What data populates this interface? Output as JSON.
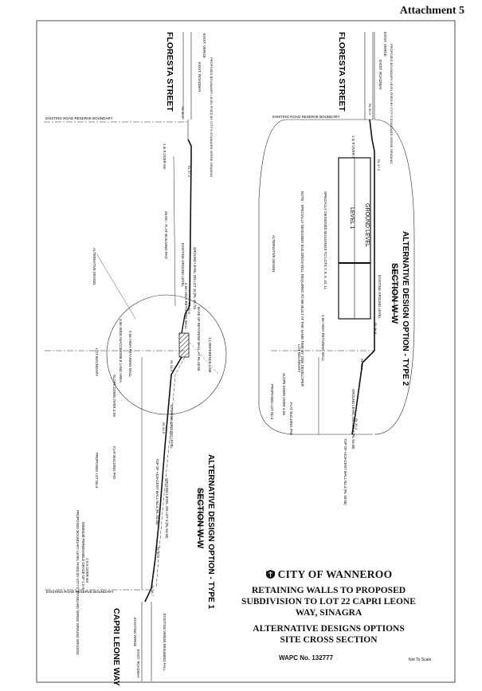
{
  "attachment": "Attachment 5",
  "left_section": {
    "street_top": "FLORESTA STREET",
    "street_bottom": "CAPRI LEONE WAY",
    "title": "SECTION W-W",
    "subtitle": "ALTERNATIVE DESIGN OPTION - TYPE 1",
    "labels": {
      "existing_verge": "EXIST. VERGE",
      "existing_roadway": "EXIST. ROADWAY",
      "proposed_boundary_level": "PROPOSED BOUNDARY LEVEL FIXED BY CITY'S STANDARD VERGE GRADING",
      "road_reserve_boundary": "EXISTING ROAD RESERVE BOUNDARY",
      "slope_over_1": "1 in 8 OVER 9m",
      "flat_building_pad_1": "25.0m - FLAT BUILDING PAD",
      "existing_ground": "EXISTING GROUND LEVEL",
      "ground_level_lot16": "GROUND LEVEL ON LOT 16 (RL 49.70)",
      "base_of_wall": "BASE OF RETAINING WALL AT RL 48.50",
      "retaining_wall": "2.5m HIGH RETAINING WALL",
      "alternative_design": "ALTERNATIVE DESIGN",
      "inaccessible": "3.5m WIDE INACCESSIBLE LAND AREA",
      "retaining_wall_2": "2.5m HIGH RETAINING WALL",
      "reference_line": "1:1 REFERENCE LINE",
      "lot_boundary": "LOT BOUNDARY",
      "proposed_lot": "PROPOSED LOT No.3",
      "slope_down": "SLOPE DOWN OVER 4.3m",
      "flat_building_pad_2": "FLAT BUILDING PAD",
      "top_adjacent_wall": "TOP OF ADJACENT WALL No.4 (RL 50.00)",
      "ground_level_lot3": "GROUND LEVEL ON LOT 3 (RL 54.60)",
      "proposed_boundary_lower": "PROPOSED BOUNDARY LEVEL FIXED BY CITY'S STANDARD VERGE GROUND GRADING",
      "minimum_gradient": "MINIMUM PERMISSIBLE GRADE OF 1 in 6",
      "slope_over_2": "1 in 6 OVER 6m",
      "existing_verge_bottom": "EXISTING VERGE",
      "existing_roadway_bottom": "EXIST. ROADWAY",
      "existing_verge_fall": "EXISTING VERGE RESUMING FALL"
    },
    "marks": [
      "RL 60.5",
      "RL 57.4",
      "RL 56.8",
      "RL 54.5",
      "RL 52.6",
      "RL 50.4",
      "RL 48.7"
    ]
  },
  "right_section": {
    "street_top": "FLORESTA STREET",
    "title": "SECTION W-W",
    "subtitle": "ALTERNATIVE DESIGN OPTION - TYPE 2",
    "labels": {
      "existing_verge": "EXIST. VERGE",
      "existing_roadway": "EXIST. ROADWAY",
      "proposed_boundary_level": "PROPOSED BOUNDARY LEVEL FIXED BY CITY'S STANDARD VERGE GRADING",
      "road_reserve_boundary": "EXISTING ROAD RESERVE BOUNDARY",
      "slope_over": "1 in 8 OVER 9m",
      "level_1": "LEVEL 1",
      "ground_level": "GROUND LEVEL",
      "note": "NOTE - SPECIALLY DESIGNED BUILDINGS WILL REQUIRED TO BE BUILT AT THE SAME TIME BY ONE DEVELOPER",
      "specially_designed": "SPECIALLY DESIGNED BUILDINGS TO LOTS 7, 8, 9, 10, 11",
      "alternative_design": "ALTERNATIVE DESIGN",
      "existing_ground": "EXISTING GROUND LEVEL",
      "retaining_wall": "2.5m HIGH RETAINING WALL",
      "lot_boundary": "LOT BOUNDARY",
      "proposed_lot": "PROPOSED LOT No.3",
      "slope_down": "SLOPE DOWN OVER 4.3m",
      "flat_building_pad": "FLAT BUILDING PAD",
      "ground_level_lot3": "GROUND LEVEL ON LOT 3 (RL 54.60)",
      "top_adjacent_wall": "TOP OF ADJACENT WALL No.4 (RL 50.00)"
    },
    "marks": [
      "RL 60.5",
      "RL 57.4",
      "RL 56.8",
      "RL 52.6",
      "RL 50.4"
    ]
  },
  "title_block": {
    "organisation": "CITY OF WANNEROO",
    "project_lines": [
      "RETAINING WALLS TO PROPOSED",
      "SUBDIVISION TO LOT 22 CAPRI LEONE",
      "WAY, SINAGRA"
    ],
    "subject_lines": [
      "ALTERNATIVE DESIGNS OPTIONS",
      "SITE CROSS SECTION"
    ],
    "wapc": "WAPC No. 132777",
    "scale": "Not To Scale"
  }
}
